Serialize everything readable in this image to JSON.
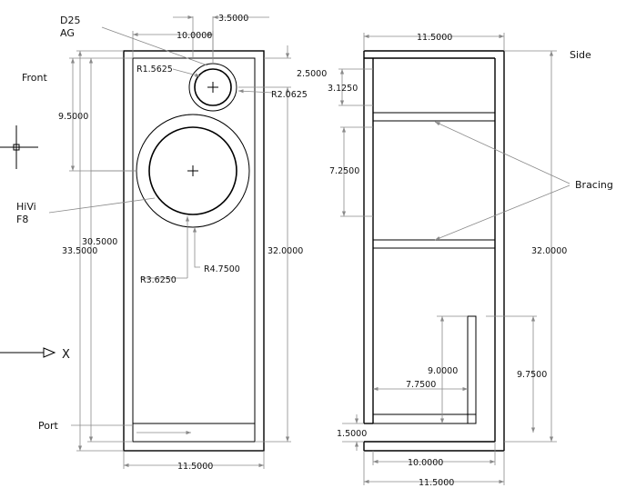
{
  "front_view": {
    "title": "Front",
    "tweeter_label": [
      "D25",
      "AG"
    ],
    "woofer_label": [
      "HiVi",
      "F8"
    ],
    "port_label": "Port",
    "dims": {
      "tweeter_offset": "3.5000",
      "tweeter_center_x": "10.0000",
      "tweeter_top": "2.5000",
      "woofer_center_y": "9.5000",
      "height_inner": "30.5000",
      "height_outer": "33.5000",
      "height_right": "32.0000",
      "width": "11.5000",
      "r_tweeter_inner": "R1.5625",
      "r_tweeter_outer": "R2.0625",
      "r_woofer_inner": "R3.6250",
      "r_woofer_outer": "R4.7500"
    }
  },
  "side_view": {
    "title": "Side",
    "bracing_label": "Bracing",
    "dims": {
      "width_top": "11.5000",
      "brace_top_gap": "3.1250",
      "brace_spacing": "7.2500",
      "height": "32.0000",
      "port_height": "9.0000",
      "port_outer_height": "9.7500",
      "port_length": "7.7500",
      "bottom_gap": "1.5000",
      "bottom_length": "10.0000",
      "width_bottom": "11.5000"
    }
  },
  "axis": {
    "x_label": "X"
  }
}
